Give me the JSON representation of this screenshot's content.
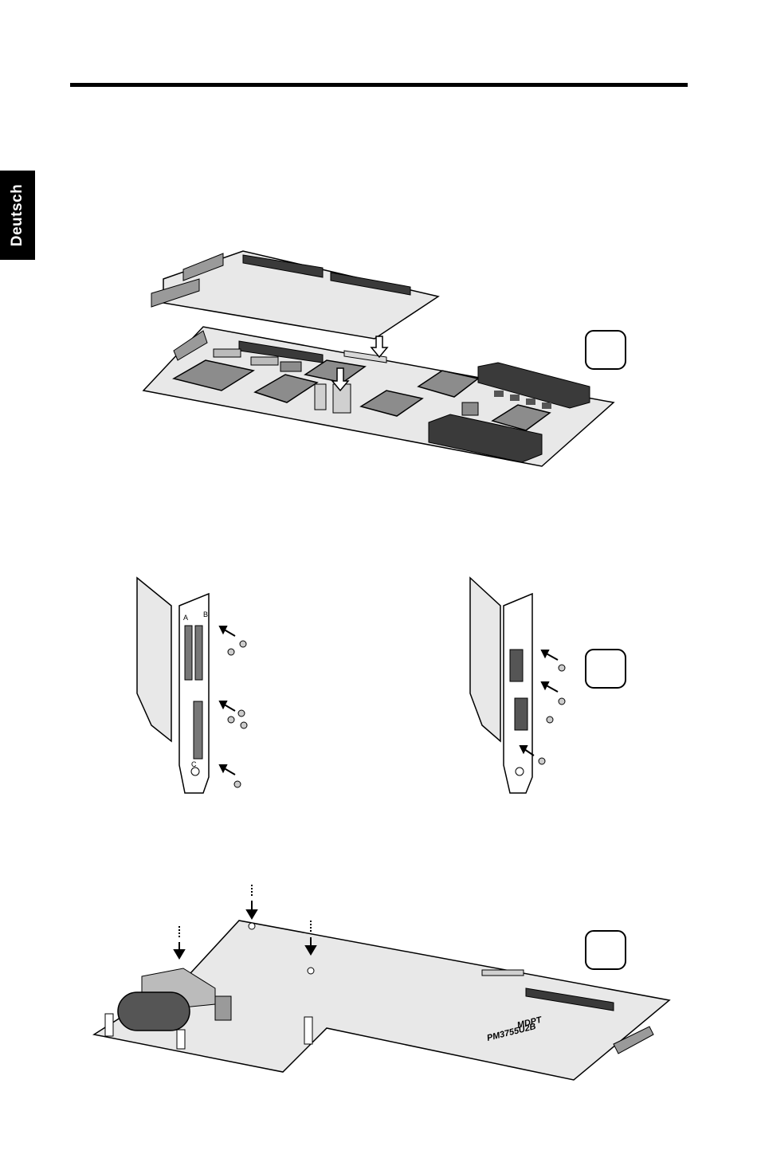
{
  "side_tab": {
    "label": "Deutsch"
  },
  "figures": [
    {
      "callout": ""
    },
    {
      "callout": "",
      "bracket_labels": [
        "A",
        "B",
        "C"
      ]
    },
    {
      "callout": "",
      "board_label_line1": "MDPT",
      "board_label_line2": "PM3755U2B"
    }
  ],
  "colors": {
    "ink": "#000000",
    "board": "#e8e8e8",
    "chip": "#8c8c8c",
    "connector": "#3a3a3a"
  }
}
